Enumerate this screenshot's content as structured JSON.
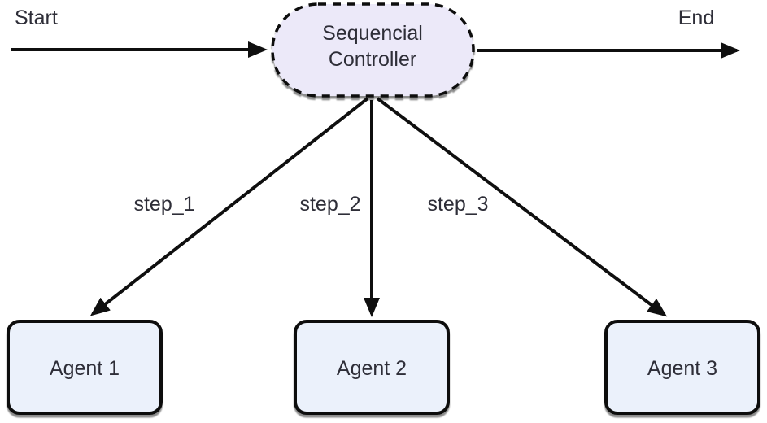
{
  "diagram": {
    "start_label": "Start",
    "end_label": "End",
    "controller": {
      "label_lines": [
        "Sequencial",
        "Controller"
      ]
    },
    "edges": [
      {
        "label": "step_1",
        "from": "Sequencial Controller",
        "to": "Agent 1"
      },
      {
        "label": "step_2",
        "from": "Sequencial Controller",
        "to": "Agent 2"
      },
      {
        "label": "step_3",
        "from": "Sequencial Controller",
        "to": "Agent 3"
      }
    ],
    "agents": [
      {
        "label": "Agent 1"
      },
      {
        "label": "Agent 2"
      },
      {
        "label": "Agent 3"
      }
    ],
    "colors": {
      "controller_fill": "#ECE9F9",
      "agent_fill": "#EBF1FB",
      "stroke": "#0F0F0F",
      "text": "#2E2E38",
      "background": "#FFFFFF"
    }
  }
}
